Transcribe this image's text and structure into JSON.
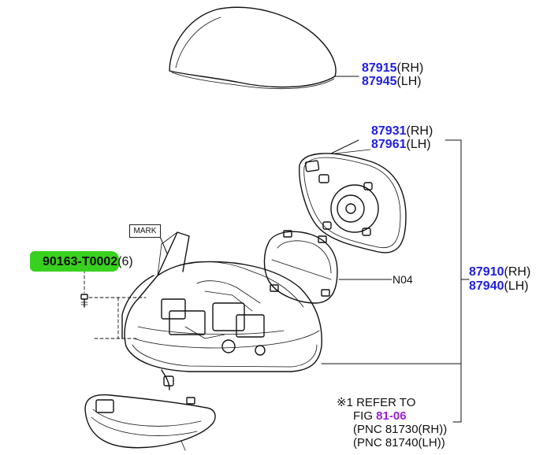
{
  "callouts": {
    "cover_rh": {
      "pn": "87915",
      "side": "(RH)"
    },
    "cover_lh": {
      "pn": "87945",
      "side": "(LH)"
    },
    "mirror_rh": {
      "pn": "87931",
      "side": "(RH)"
    },
    "mirror_lh": {
      "pn": "87961",
      "side": "(LH)"
    },
    "assy_rh": {
      "pn": "87910",
      "side": "(RH)"
    },
    "assy_lh": {
      "pn": "87940",
      "side": "(LH)"
    },
    "screw": {
      "pn": "90163-T0002",
      "qty": "(6)"
    },
    "n04": "N04",
    "mark": "MARK"
  },
  "note": {
    "line1": "※1 REFER TO",
    "fig_prefix": "FIG ",
    "fig": "81-06",
    "line3": "(PNC 81730(RH))",
    "line4": "(PNC 81740(LH))"
  },
  "colors": {
    "part_number": "#1f1fe0",
    "figure_link": "#9a1fd6",
    "highlight": "#39d11f"
  }
}
